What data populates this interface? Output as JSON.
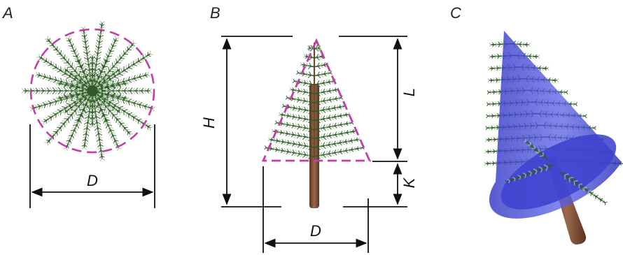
{
  "panels": {
    "a": {
      "label": "A",
      "dimension_label": "D"
    },
    "b": {
      "label": "B",
      "height_label": "H",
      "crown_label": "L",
      "stem_label": "K",
      "width_label": "D"
    },
    "c": {
      "label": "C"
    }
  },
  "colors": {
    "dashed_outline": "#c23ea7",
    "cone": "#4b4fd6",
    "foliage_dark": "#2f5a2a",
    "foliage_light": "#a9c39a",
    "trunk": "#7a4a32",
    "dimension_lines": "#111111"
  }
}
